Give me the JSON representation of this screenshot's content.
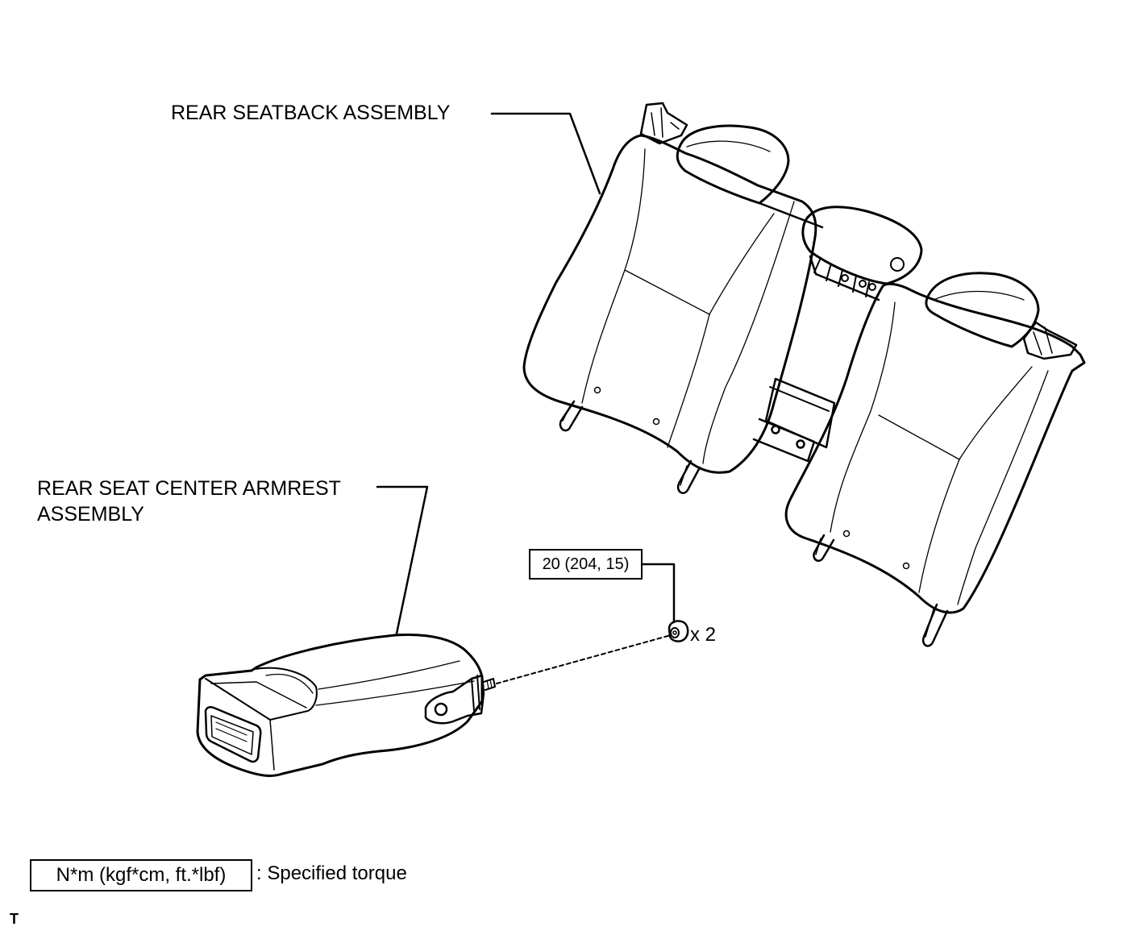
{
  "labels": {
    "seatback": "REAR SEATBACK ASSEMBLY",
    "armrest_line1": "REAR SEAT CENTER ARMREST",
    "armrest_line2": "ASSEMBLY"
  },
  "fastener": {
    "torque": "20 (204, 15)",
    "quantity": "x 2"
  },
  "legend": {
    "units": "N*m (kgf*cm, ft.*lbf)",
    "description": ": Specified torque"
  },
  "figure_code": "T"
}
